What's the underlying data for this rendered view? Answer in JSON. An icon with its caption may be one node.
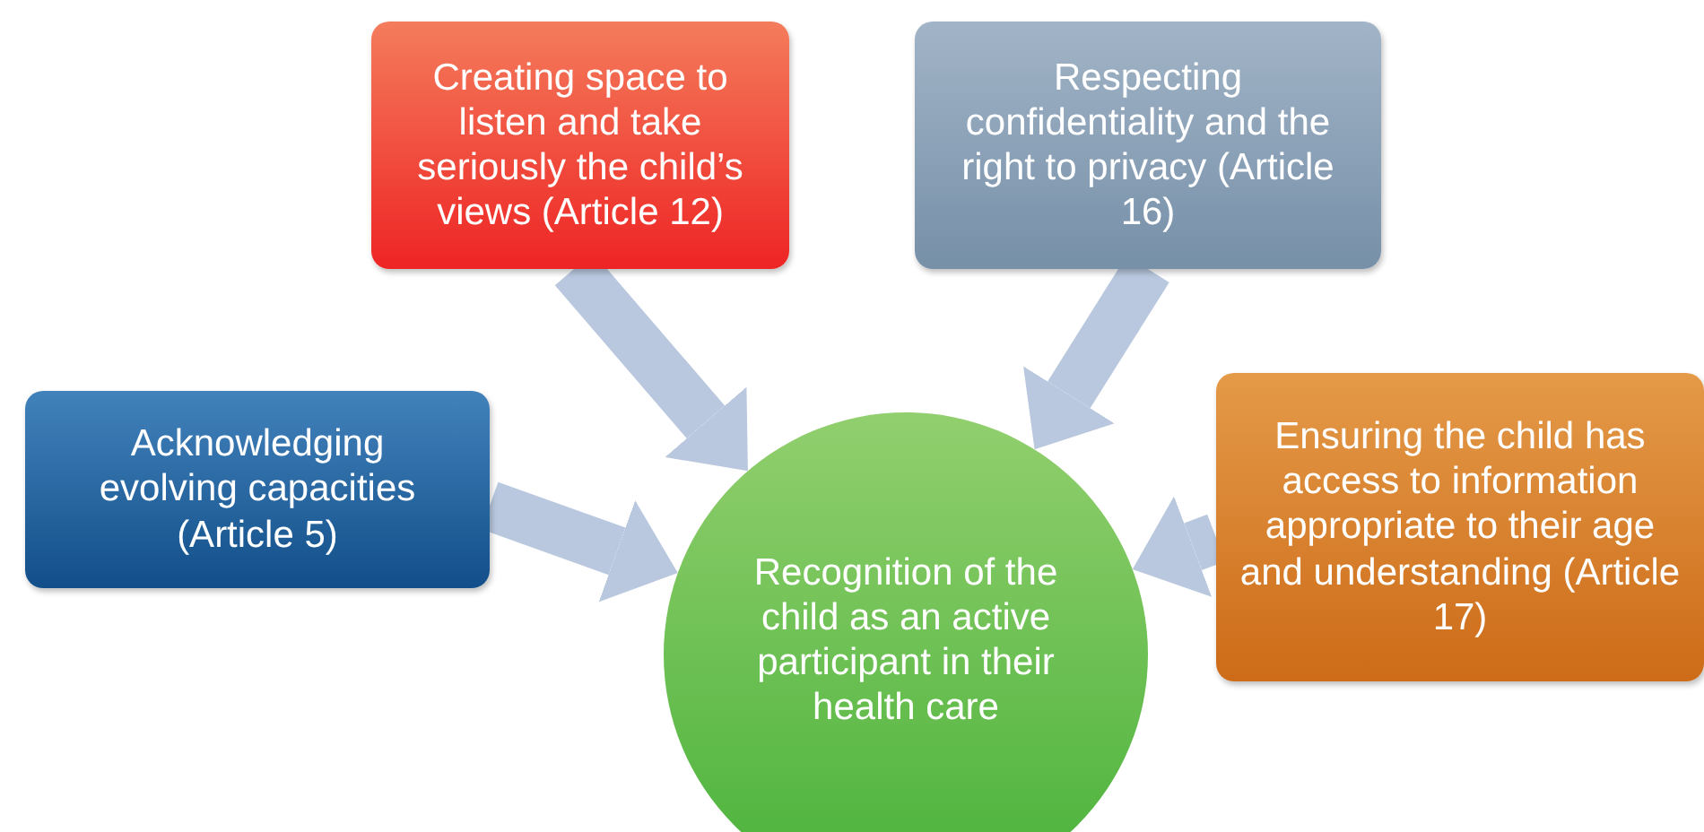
{
  "diagram": {
    "nodes": [
      {
        "text": [
          "Creating space to listen and take seriously the child’s views (Article 12)"
        ]
      },
      {
        "text": [
          "Respecting confidentiality and the right to privacy (Article 16)"
        ]
      },
      {
        "text": [
          "Acknowledging evolving capacities (Article 5)"
        ]
      },
      {
        "text": [
          "Recognition of the child as an active participant in their health care"
        ]
      },
      {
        "text": [
          "Ensuring the child has access to information appropriate to their age and understanding (Article 17)"
        ]
      }
    ],
    "edges": [
      {
        "from": 0,
        "to": 3,
        "arrow": "to"
      },
      {
        "from": 1,
        "to": 3,
        "arrow": "to"
      },
      {
        "from": 2,
        "to": 3,
        "arrow": "to"
      },
      {
        "from": 4,
        "to": 3,
        "arrow": "to"
      }
    ]
  }
}
